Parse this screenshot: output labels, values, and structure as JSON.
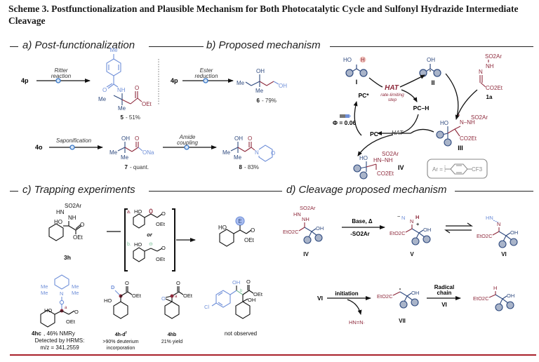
{
  "caption": "Scheme 3. Postfunctionalization and Plausible Mechanism for Both Photocatalytic Cycle and Sulfonyl Hydrazide Intermediate Cleavage",
  "colors": {
    "blue": "#6f8fd8",
    "navy": "#2f4a7f",
    "red": "#8e2a3c",
    "green": "#7cc09a",
    "grey_circle": "#a9b4c9",
    "rule_red": "#a8202a",
    "dot_blue": "#3a78c8"
  },
  "sections": {
    "a": {
      "title": "a) Post-functionalization",
      "reactions": [
        {
          "substrate": "4p",
          "conditions": [
            "Ritter",
            "reaction"
          ],
          "product_label": "5",
          "yield": "51%"
        },
        {
          "substrate": "4p",
          "conditions": [
            "Ester",
            "reduction"
          ],
          "product_label": "6",
          "yield": "79%"
        },
        {
          "substrate": "4o",
          "conditions": [
            "Saponification"
          ],
          "product_label": "7",
          "yield": "quant."
        },
        {
          "substrate": "",
          "conditions": [
            "Amide",
            "coupling"
          ],
          "product_label": "8",
          "yield": "83%"
        }
      ],
      "atoms": {
        "me": "Me",
        "nh": "NH",
        "o": "O",
        "oet": "OEt",
        "oh": "OH",
        "ona": "ONa",
        "n": "N"
      }
    },
    "b": {
      "title": "b) Proposed mechanism",
      "labels": {
        "I": "I",
        "II": "II",
        "III": "III",
        "IV": "IV",
        "1a": "1a",
        "hat_main": "HAT",
        "rate_limiting": [
          "rate-limiting",
          "step"
        ],
        "pc_star": "PC*",
        "pc_h": "PC–H",
        "pc": "PC",
        "hat_second": "HAT",
        "phi": "Φ = 0.06",
        "ar_def": "Ar =",
        "cf3": "CF3"
      },
      "atoms": {
        "ho": "HO",
        "h": "H",
        "oh": "OH",
        "so2ar": "SO2Ar",
        "nh": "NH",
        "n": "N",
        "co2et": "CO2Et",
        "hn_nh": "HN–NH"
      }
    },
    "c": {
      "title": "c) Trapping experiments",
      "labels": {
        "3h": "3h",
        "path_a": "a.",
        "path_b": "b.",
        "or": "or",
        "E": "E",
        "charge_minus": "⊖"
      },
      "products": [
        {
          "label": "4hc",
          "notes": [
            ", 46% NMRy",
            "Detected by HRMS:",
            "m/z = 341.2559"
          ]
        },
        {
          "label": "4h-d",
          "sup": "f",
          "notes": [
            ">90% deuterium",
            "incorporation"
          ]
        },
        {
          "label": "4hb",
          "notes": [
            "21% yield"
          ]
        },
        {
          "label": "",
          "notes": [
            "not observed"
          ]
        }
      ],
      "atoms": {
        "ho": "HO",
        "oet": "OEt",
        "o": "O",
        "me": "Me",
        "n": "N",
        "d": "D",
        "cl": "Cl",
        "oh": "OH",
        "so2ar": "SO2Ar",
        "hn": "HN",
        "nh": "NH",
        "bond_a": "a",
        "bond_b": "b"
      }
    },
    "d": {
      "title": "d) Cleavage proposed mechanism",
      "labels": {
        "IV": "IV",
        "V": "V",
        "VI": "VI",
        "VII": "VII",
        "base": "Base, Δ",
        "minus_so2ar": "-SO2Ar",
        "initiation": "initiation",
        "radical_chain": [
          "Radical",
          "chain"
        ],
        "vi_reagent": "VI",
        "vi_start": "VI",
        "diazenyl": "HN=N·"
      },
      "atoms": {
        "so2ar": "SO2Ar",
        "hn": "HN",
        "nh": "NH",
        "eto2c": "EtO2C",
        "oh": "OH",
        "n": "N",
        "h": "H"
      }
    }
  }
}
